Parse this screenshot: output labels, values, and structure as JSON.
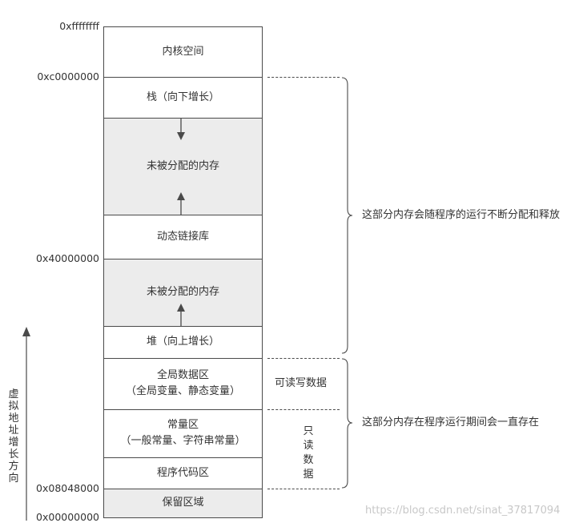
{
  "addresses": {
    "top": "0xffffffff",
    "kernel_base": "0xc0000000",
    "mmap_base": "0x40000000",
    "code_start": "0x08048000",
    "bottom": "0x00000000"
  },
  "segments": {
    "kernel": "内核空间",
    "stack": "栈（向下增长）",
    "unallocated_upper": "未被分配的内存",
    "shared_libs": "动态链接库",
    "unallocated_lower": "未被分配的内存",
    "heap": "堆（向上增长）",
    "global_data_line1": "全局数据区",
    "global_data_line2": "（全局变量、静态变量）",
    "const_line1": "常量区",
    "const_line2": "（一般常量、字符串常量）",
    "code": "程序代码区",
    "reserved": "保留区域"
  },
  "annotations": {
    "dynamic_region": "这部分内存会随程序的运行不断分配和释放",
    "static_region": "这部分内存在程序运行期间会一直存在",
    "read_write": "可读写数据",
    "read_only": "只读数据",
    "axis_label": "虚拟地址增长方向"
  },
  "watermark": "https://blog.csdn.net/sinat_37817094",
  "colors": {
    "line": "#4a4a4a",
    "unallocated_fill": "#ececec",
    "reserved_fill": "#ececec",
    "text": "#333333"
  }
}
